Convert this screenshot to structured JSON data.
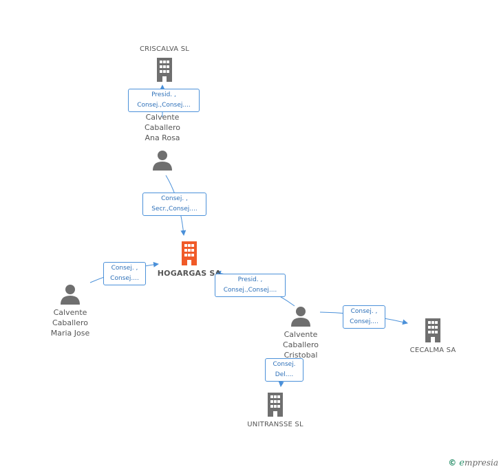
{
  "nodes": {
    "criscalva": {
      "label": "CRISCALVA SL"
    },
    "hogargas": {
      "label": "HOGARGAS SA"
    },
    "cecalma": {
      "label": "CECALMA SA"
    },
    "unitransse": {
      "label": "UNITRANSSE SL"
    },
    "ana_rosa": {
      "label": "Calvente\nCaballero\nAna Rosa"
    },
    "maria_jose": {
      "label": "Calvente\nCaballero\nMaria Jose"
    },
    "cristobal": {
      "label": "Calvente\nCaballero\nCristobal"
    }
  },
  "roles": {
    "criscalva_ana": "Presid. ,\nConsej.,Consej....",
    "ana_hogargas": "Consej. ,\nSecr.,Consej....",
    "maria_hogargas": "Consej. ,\nConsej....",
    "cristobal_hogargas": "Presid. ,\nConsej.,Consej....",
    "cristobal_cecalma": "Consej. ,\nConsej....",
    "cristobal_unitransse": "Consej.\nDel...."
  },
  "colors": {
    "main_company": "#f05a28",
    "company": "#6f6f6f",
    "person": "#6f6f6f",
    "edge": "#4a90d9"
  },
  "brand": {
    "copyright": "©",
    "initial": "e",
    "rest": "mpresia"
  }
}
